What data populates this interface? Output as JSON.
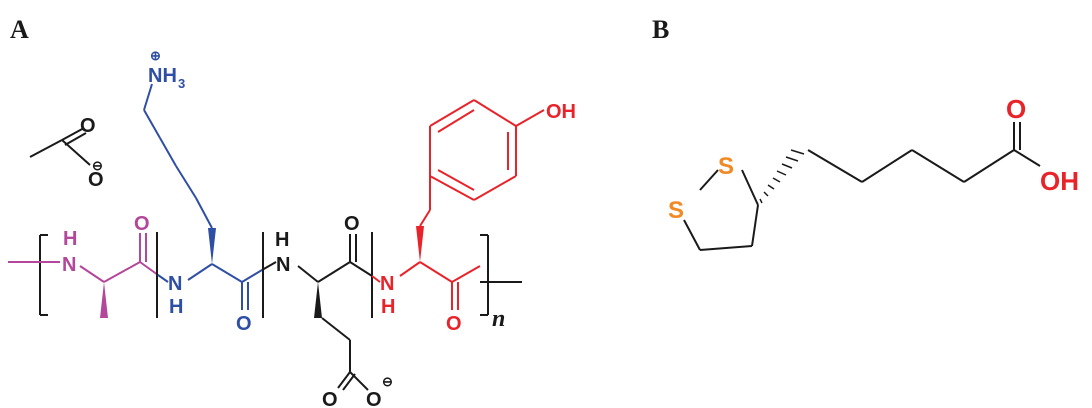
{
  "panels": {
    "a": {
      "label": "A"
    },
    "b": {
      "label": "B"
    }
  },
  "colors": {
    "black": "#1a1a1a",
    "alanine": "#b2479b",
    "lysine": "#2e4fa3",
    "glutamate": "#1a1a1a",
    "tyrosine": "#e8232a",
    "sulfur": "#f08a24",
    "oxygen": "#e8232a"
  },
  "atoms": {
    "acetate_o_top": "O",
    "acetate_o_bottom": "O",
    "acetate_minus": "⊖",
    "lys_nh3_n": "NH",
    "lys_nh3_sub": "3",
    "lys_plus": "⊕",
    "ala_n": "N",
    "ala_h": "H",
    "ala_o": "O",
    "lys_n": "N",
    "lys_h": "H",
    "lys_o": "O",
    "glu_h": "H",
    "glu_n": "N",
    "glu_o": "O",
    "glu_cooo_o1": "O",
    "glu_cooo_o2": "O",
    "glu_minus": "⊖",
    "tyr_n": "N",
    "tyr_h": "H",
    "tyr_o": "O",
    "tyr_oh": "OH",
    "repeat_n": "n",
    "lipo_s1": "S",
    "lipo_s2": "S",
    "lipo_o": "O",
    "lipo_oh": "OH"
  }
}
